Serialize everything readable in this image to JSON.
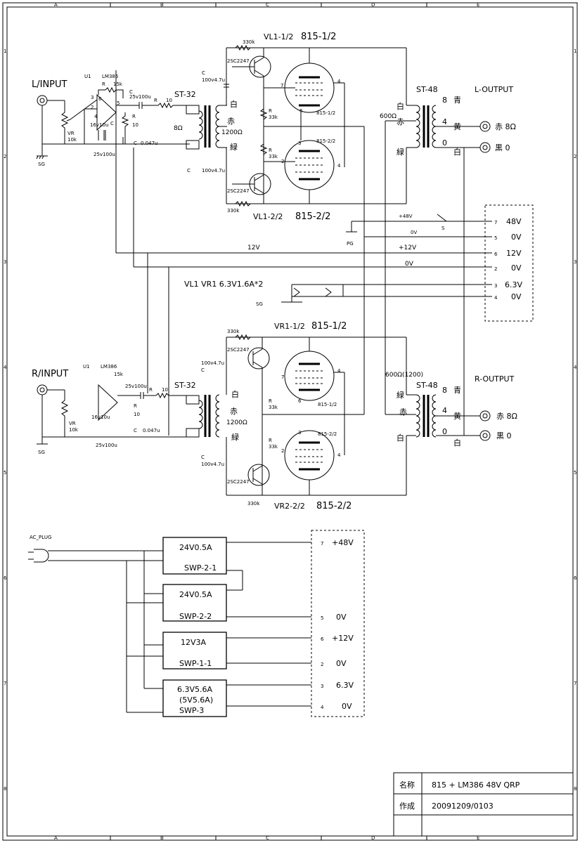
{
  "sheet": {
    "columns": [
      "A",
      "B",
      "C",
      "D",
      "E"
    ],
    "rows": [
      "1",
      "2",
      "3",
      "4",
      "5",
      "6",
      "7",
      "8"
    ]
  },
  "left_channel": {
    "input_label": "L/INPUT",
    "u1": "U1",
    "opamp": "LM386",
    "r_label": "R",
    "r15k": "15k",
    "c_label": "C",
    "c_25v100u": "25v100u",
    "r10": "10",
    "vr": "VR",
    "vr_val": "10k",
    "sg": "SG",
    "c_16v10u": "16v10u",
    "c_25v100u_b": "25v100u",
    "c_0047u": "0.047u",
    "pin3": "3",
    "pin2": "2",
    "pin4": "4",
    "pin6": "6",
    "pin5": "5",
    "st32": "ST-32",
    "ohm8": "8Ω",
    "ohm1200": "1200Ω",
    "wire_white": "白",
    "wire_red": "赤",
    "wire_green": "緑",
    "tr_top": "2SC2247",
    "tr_bot": "2SC2247",
    "c_top": "100v4.7u",
    "c_bot": "100v4.7u",
    "r330k": "330k",
    "r33k": "33k",
    "tube_top_label": "VL1-1/2",
    "tube_top_type": "815-1/2",
    "tube_top_small": "815-1/2",
    "tube_bot_label": "VL1-2/2",
    "tube_bot_type": "815-2/2",
    "tube_bot_small": "815-2/2",
    "pin7": "7",
    "pin3t": "3",
    "st48": "ST-48",
    "ohm600": "600Ω",
    "output_label": "L-OUTPUT",
    "tap8": "8",
    "tap4": "4",
    "tap0": "0",
    "c_blue": "青",
    "c_yellow": "黄",
    "c_white": "白",
    "out_red": "赤 8Ω",
    "out_black": "黒 0"
  },
  "right_channel": {
    "input_label": "R/INPUT",
    "ohm600": "600Ω(1200)",
    "output_label": "R-OUTPUT",
    "tube_top_label": "VR1-1/2",
    "tube_top_type": "815-1/2",
    "tube_bot_label": "VR2-2/2",
    "tube_bot_type": "815-2/2",
    "out_red": "赤  8Ω",
    "out_black": "黒  0"
  },
  "power_bus": {
    "p48_label": "+48V",
    "zero1": "0V",
    "p12_label": "+12V",
    "v12_label": "12V",
    "zero2": "0V",
    "heater_label": "VL1 VR1  6.3V1.6A*2",
    "pg": "PG",
    "switch": "S",
    "sg": "SG"
  },
  "connector_top": [
    {
      "pin": "7",
      "label": "48V"
    },
    {
      "pin": "5",
      "label": "0V"
    },
    {
      "pin": "6",
      "label": "12V"
    },
    {
      "pin": "2",
      "label": "0V"
    },
    {
      "pin": "3",
      "label": "6.3V"
    },
    {
      "pin": "4",
      "label": "0V"
    }
  ],
  "power_supply": {
    "plug_label": "AC_PLUG",
    "blocks": [
      {
        "rating": "24V0.5A",
        "name": "SWP-2-1"
      },
      {
        "rating": "24V0.5A",
        "name": "SWP-2-2"
      },
      {
        "rating": "12V3A",
        "name": "SWP-1-1"
      },
      {
        "rating": "6.3V5.6A",
        "rating2": "(5V5.6A)",
        "name": "SWP-3"
      }
    ],
    "connector": [
      {
        "pin": "7",
        "label": "+48V"
      },
      {
        "pin": "5",
        "label": "0V"
      },
      {
        "pin": "6",
        "label": "+12V"
      },
      {
        "pin": "2",
        "label": "0V"
      },
      {
        "pin": "3",
        "label": "6.3V"
      },
      {
        "pin": "4",
        "label": "0V"
      }
    ]
  },
  "title_block": {
    "name_label": "名称",
    "name_value": "815 + LM386  48V  QRP",
    "created_label": "作成",
    "created_value": "20091209/0103"
  }
}
